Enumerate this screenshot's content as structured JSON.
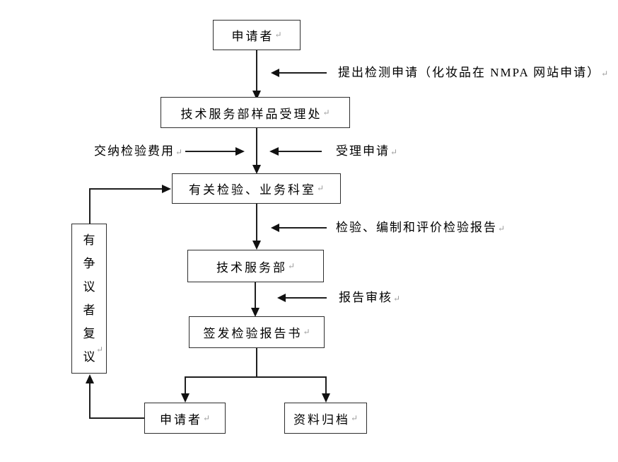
{
  "diagram": {
    "type": "flowchart",
    "language": "zh-CN",
    "background": "#ffffff",
    "line_color": "#1f1f1f",
    "border_color": "#2e2e2e",
    "text_color": "#000000"
  },
  "marks": {
    "paragraph_return": "↵"
  },
  "nodes": {
    "applicant_top": {
      "label": "申请者"
    },
    "sample_acceptance": {
      "label": "技术服务部样品受理处"
    },
    "inspection_offices": {
      "label": "有关检验、业务科室"
    },
    "tech_service": {
      "label": "技术服务部"
    },
    "issue_report": {
      "label": "签发检验报告书"
    },
    "applicant_bottom": {
      "label": "申请者"
    },
    "archive": {
      "label": "资料归档"
    },
    "dispute": {
      "label": "有争议者复议",
      "chars": [
        "有",
        "争",
        "议",
        "者",
        "复",
        "议"
      ]
    }
  },
  "annotations": {
    "submit_application": "提出检测申请（化妆品在 NMPA 网站申请）",
    "pay_fee": "交纳检验费用",
    "accept_application": "受理申请",
    "compile_report": "检验、编制和评价检验报告",
    "report_review": "报告审核"
  },
  "flow": [
    {
      "from": "applicant_top",
      "to": "sample_acceptance",
      "note": "提出检测申请（化妆品在 NMPA 网站申请）"
    },
    {
      "from": "sample_acceptance",
      "to": "inspection_offices",
      "notes": [
        "交纳检验费用",
        "受理申请"
      ]
    },
    {
      "from": "inspection_offices",
      "to": "tech_service",
      "note": "检验、编制和评价检验报告"
    },
    {
      "from": "tech_service",
      "to": "issue_report",
      "note": "报告审核"
    },
    {
      "from": "issue_report",
      "to": "applicant_bottom"
    },
    {
      "from": "issue_report",
      "to": "archive"
    },
    {
      "from": "applicant_bottom",
      "to": "dispute"
    },
    {
      "from": "dispute",
      "to": "inspection_offices"
    }
  ]
}
